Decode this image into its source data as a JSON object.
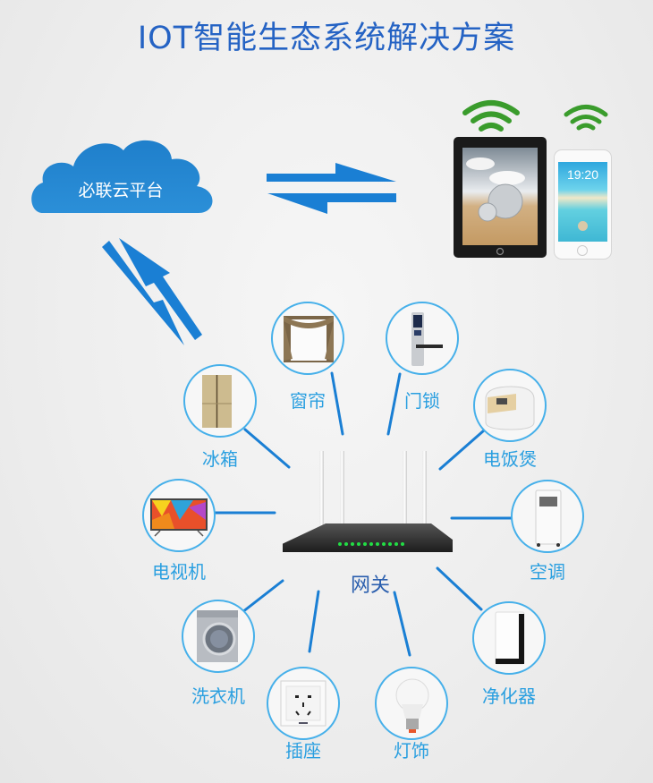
{
  "title": "IOT智能生态系统解决方案",
  "colors": {
    "title": "#2563c4",
    "label": "#2a9fe0",
    "gateway_label": "#2b5fae",
    "arrow": "#1a7fd4",
    "connector": "#1a7fd4",
    "circle_border": "#46b0ea",
    "wifi": "#3a9c2c",
    "cloud": "#1f86d0",
    "router_leds": "#22dd44"
  },
  "cloud": {
    "label": "必联云平台",
    "icon": "cloud-icon"
  },
  "mobile_devices": {
    "tablet": {
      "icon": "tablet-icon"
    },
    "phone": {
      "icon": "phone-icon",
      "clock": "19:20"
    },
    "wifi_icons": [
      "wifi-icon",
      "wifi-icon"
    ]
  },
  "gateway": {
    "label": "网关",
    "icon": "router-icon"
  },
  "devices": [
    {
      "id": "curtain",
      "label": "窗帘",
      "icon": "curtain-icon"
    },
    {
      "id": "door-lock",
      "label": "门锁",
      "icon": "door-lock-icon"
    },
    {
      "id": "fridge",
      "label": "冰箱",
      "icon": "fridge-icon"
    },
    {
      "id": "rice-cooker",
      "label": "电饭煲",
      "icon": "rice-cooker-icon"
    },
    {
      "id": "tv",
      "label": "电视机",
      "icon": "tv-icon"
    },
    {
      "id": "air-conditioner",
      "label": "空调",
      "icon": "air-conditioner-icon"
    },
    {
      "id": "washing-machine",
      "label": "洗衣机",
      "icon": "washing-machine-icon"
    },
    {
      "id": "air-purifier",
      "label": "净化器",
      "icon": "air-purifier-icon"
    },
    {
      "id": "socket",
      "label": "插座",
      "icon": "socket-icon"
    },
    {
      "id": "light",
      "label": "灯饰",
      "icon": "light-bulb-icon"
    }
  ]
}
